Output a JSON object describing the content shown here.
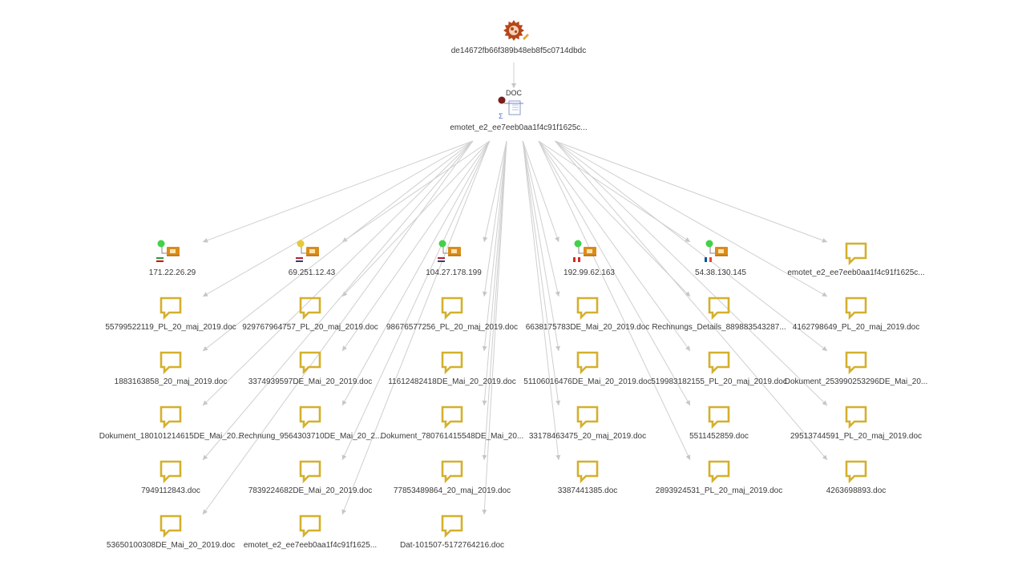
{
  "root": {
    "label": "de14672fb66f389b48eb8f5c0714dbdc",
    "icon": "virus-gear-icon"
  },
  "doc": {
    "label": "emotet_e2_ee7eeb0aa1f4c91f1625c...",
    "tag": "DOC",
    "icon": "document-icon"
  },
  "ips": [
    {
      "label": "171.22.26.29",
      "flag": "ir",
      "status": "#44d04a"
    },
    {
      "label": "69.251.12.43",
      "flag": "us",
      "status": "#e8c83a"
    },
    {
      "label": "104.27.178.199",
      "flag": "us",
      "status": "#44d04a"
    },
    {
      "label": "192.99.62.163",
      "flag": "ca",
      "status": "#44d04a"
    },
    {
      "label": "54.38.130.145",
      "flag": "fr",
      "status": "#44d04a"
    }
  ],
  "files": [
    "emotet_e2_ee7eeb0aa1f4c91f1625c...",
    "55799522119_PL_20_maj_2019.doc",
    "929767964757_PL_20_maj_2019.doc",
    "98676577256_PL_20_maj_2019.doc",
    "6638175783DE_Mai_20_2019.doc",
    "Rechnungs_Details_889883543287...",
    "4162798649_PL_20_maj_2019.doc",
    "1883163858_20_maj_2019.doc",
    "3374939597DE_Mai_20_2019.doc",
    "11612482418DE_Mai_20_2019.doc",
    "51106016476DE_Mai_20_2019.doc",
    "519983182155_PL_20_maj_2019.doc",
    "Dokument_253990253296DE_Mai_20...",
    "Dokument_180101214615DE_Mai_20...",
    "Rechnung_9564303710DE_Mai_20_2...",
    "Dokument_780761415548DE_Mai_20...",
    "33178463475_20_maj_2019.doc",
    "5511452859.doc",
    "29513744591_PL_20_maj_2019.doc",
    "7949112843.doc",
    "7839224682DE_Mai_20_2019.doc",
    "77853489864_20_maj_2019.doc",
    "3387441385.doc",
    "2893924531_PL_20_maj_2019.doc",
    "4263698893.doc",
    "53650100308DE_Mai_20_2019.doc",
    "emotet_e2_ee7eeb0aa1f4c91f1625...",
    "Dat-101507-5172764216.doc"
  ],
  "colors": {
    "file_icon": "#d4b02c",
    "ip_icon": "#d98c1c",
    "edge": "#cfcfcf",
    "root_icon": "#b5461a"
  }
}
